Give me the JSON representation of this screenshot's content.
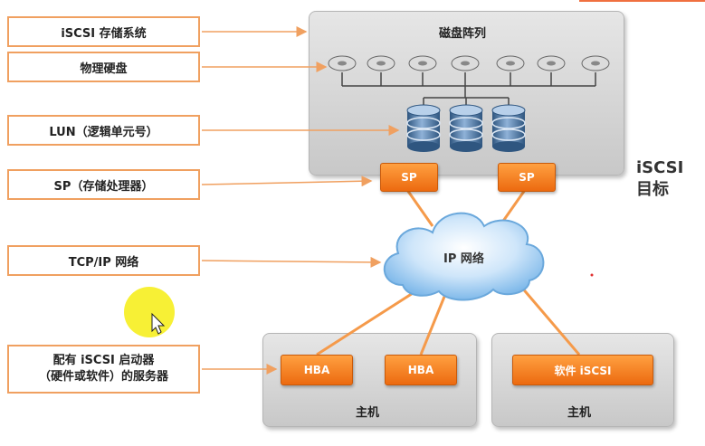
{
  "labels": {
    "iscsi_storage": "iSCSI 存储系统",
    "physical_disks": "物理硬盘",
    "lun": "LUN（逻辑单元号）",
    "sp": "SP（存储处理器）",
    "tcpip": "TCP/IP 网络",
    "server_line1": "配有 iSCSI 启动器",
    "server_line2": "（硬件或软件）的服务器"
  },
  "disk_array": {
    "title": "磁盘阵列"
  },
  "sp_buttons": [
    "SP",
    "SP"
  ],
  "target": {
    "line1": "iSCSI",
    "line2": "目标"
  },
  "cloud": {
    "label": "IP 网络"
  },
  "host1": {
    "hba1": "HBA",
    "hba2": "HBA",
    "label": "主机"
  },
  "host2": {
    "software": "软件 iSCSI",
    "label": "主机"
  },
  "colors": {
    "accent": "#ec6a10",
    "arrow": "#f0a060",
    "cloud": "#a9d3f5",
    "disk": "#4a6f9a"
  }
}
